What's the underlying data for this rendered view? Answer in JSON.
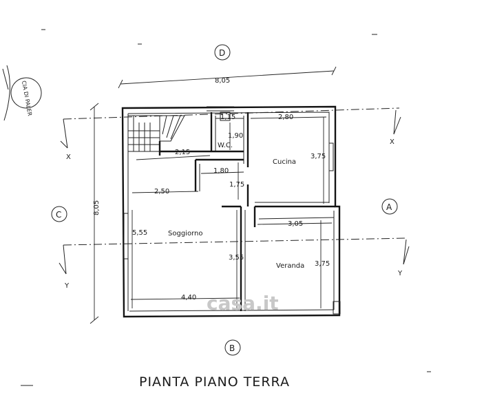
{
  "title": "PIANTA PIANO TERRA",
  "stamp": "CIA DI PALER",
  "watermark": "casa.it",
  "view_markers": {
    "top": "D",
    "bottom": "B",
    "left": "C",
    "right": "A"
  },
  "section_markers": {
    "upper_left": "X",
    "upper_right": "X",
    "lower_left": "Y",
    "lower_right": "Y"
  },
  "rooms": {
    "wc": "W.C.",
    "kitchen": "Cucina",
    "living": "Soggiorno",
    "veranda": "Veranda"
  },
  "dimensions": {
    "total_width": "8,05",
    "total_height": "8,05",
    "wc_width": "1,15",
    "kitchen_width": "2,80",
    "wc_height": "1,90",
    "stair_landing": "2,15",
    "kitchen_height": "3,75",
    "corridor_width": "1,80",
    "corridor_height": "1,75",
    "living_upper_width": "2,50",
    "veranda_width": "3,05",
    "living_height": "5,55",
    "living_right_height": "3,55",
    "veranda_height": "3,75",
    "living_width": "4,40"
  }
}
